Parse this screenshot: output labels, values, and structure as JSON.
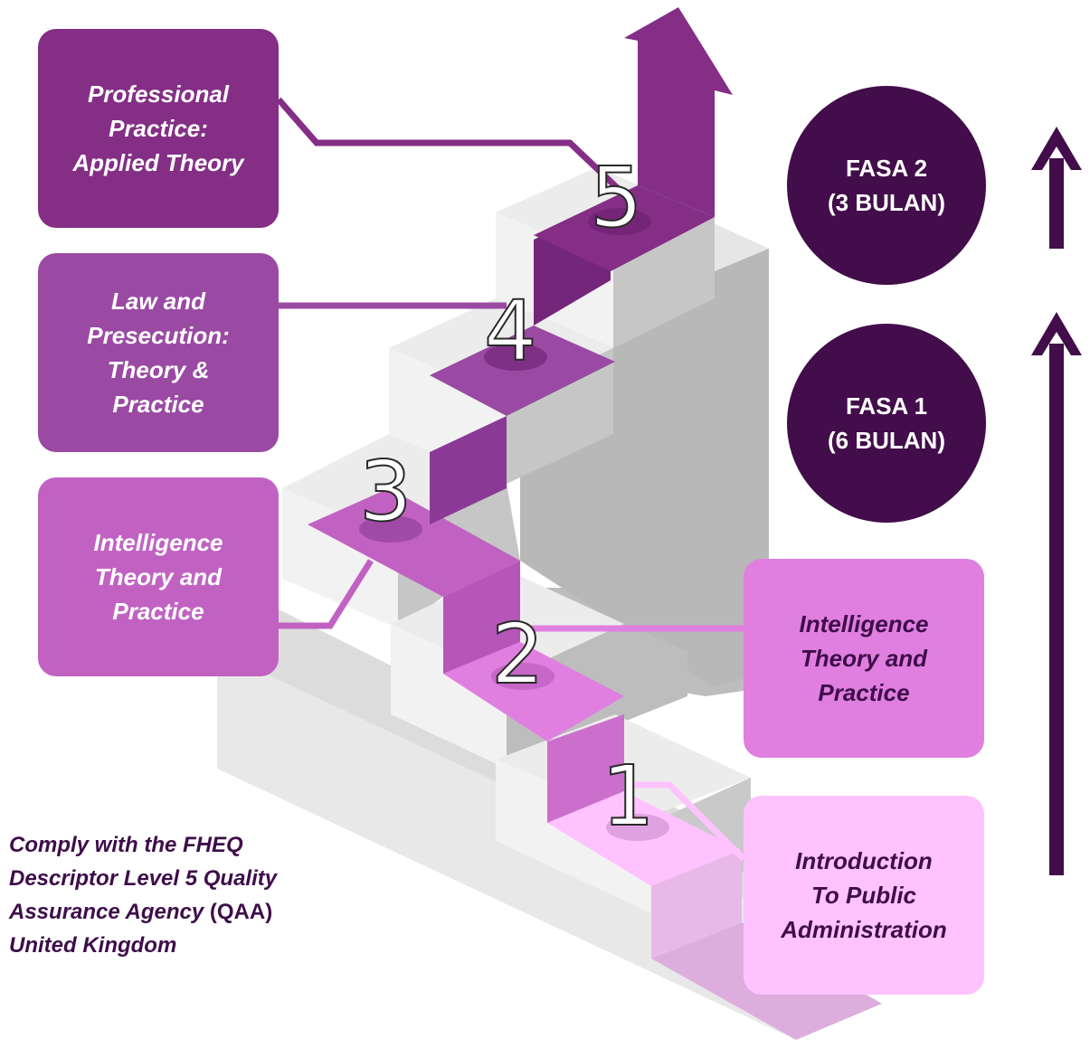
{
  "steps": [
    {
      "number": "1",
      "label": "Introduction\nTo Public\nAdministration",
      "color": "#fec3fe"
    },
    {
      "number": "2",
      "label": "Intelligence\nTheory and\nPractice",
      "color": "#e07fe0"
    },
    {
      "number": "3",
      "label": "Intelligence\nTheory and\nPractice",
      "color": "#c162c3"
    },
    {
      "number": "4",
      "label": "Law and\nPresecution:\nTheory &\nPractice",
      "color": "#9a4aa3"
    },
    {
      "number": "5",
      "label": "Professional\nPractice:\nApplied Theory",
      "color": "#842e86"
    }
  ],
  "phases": [
    {
      "label": "FASA 2\n(3 BULAN)"
    },
    {
      "label": "FASA 1\n(6 BULAN)"
    }
  ],
  "footnote": {
    "line1": "Comply with the FHEQ",
    "line2": "Descriptor Level 5 Quality",
    "line3_italic": "Assurance Agency",
    "line3_plain": " (QAA)",
    "line4": "United Kingdom"
  },
  "colors": {
    "phase_dark": "#420d4a",
    "stair_light": "#e8e8e8",
    "stair_mid": "#d0d0d0",
    "stair_dark": "#b3b3b3"
  }
}
